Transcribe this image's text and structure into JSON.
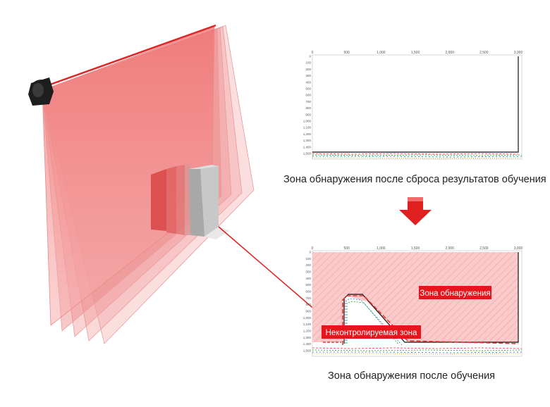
{
  "captions": {
    "before": "Зона обнаружения после сброса результатов обучения",
    "after": "Зона обнаружения после обучения"
  },
  "charts": {
    "x_ticks": [
      "0",
      "500",
      "1,000",
      "1,500",
      "2,000",
      "2,500",
      "3,000"
    ],
    "y_ticks": [
      "0",
      "100",
      "200",
      "300",
      "400",
      "500",
      "600",
      "700",
      "800",
      "900",
      "1,000",
      "1,100",
      "1,200",
      "1,300",
      "1,400",
      "1,500"
    ]
  },
  "labels": {
    "detection_zone": "Зона обнаружения",
    "uncontrolled_zone": "Неконтролируемая зона"
  },
  "colors": {
    "laser_red": "#e23b3b",
    "plane_fill": "#f08080",
    "label_bg": "#e8141b",
    "zone_fill": "#f9b8b8"
  }
}
